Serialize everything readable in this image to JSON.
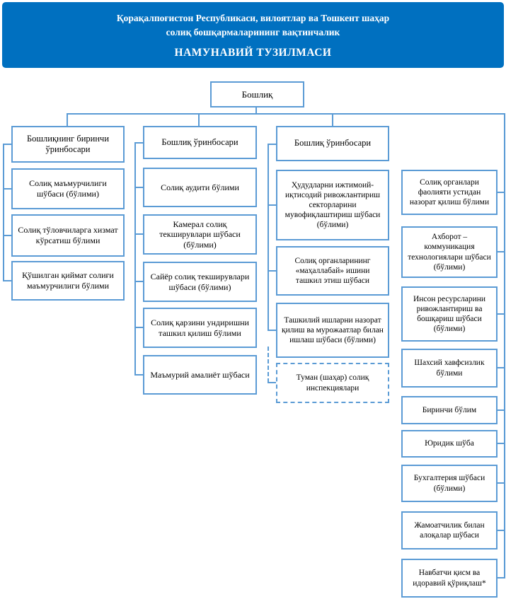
{
  "banner": {
    "line1": "Қорақалпоғистон Республикаси, вилоятлар ва Тошкент шаҳар",
    "line2": "солиқ бошқармаларининг вақтинчалик",
    "title": "НАМУНАВИЙ ТУЗИЛМАСИ"
  },
  "root": {
    "label": "Бошлиқ"
  },
  "columns": [
    {
      "header": "Бошлиқнинг биринчи ўринбосари",
      "children": [
        "Солиқ маъмурчилиги шўбаси (бўлими)",
        "Солиқ тўловчиларга хизмат кўрсатиш бўлими",
        "Қўшилган қиймат солиғи маъмурчилиги бўлими"
      ]
    },
    {
      "header": "Бошлиқ ўринбосари",
      "children": [
        "Солиқ аудити бўлими",
        "Камерал солиқ текширувлари шўбаси (бўлими)",
        "Сайёр солиқ текширувлари шўбаси (бўлими)",
        "Солиқ қарзини ундиришни ташкил қилиш бўлими",
        "Маъмурий амалиёт шўбаси"
      ]
    },
    {
      "header": "Бошлиқ ўринбосари",
      "children": [
        "Ҳудудларни ижтимоий-иқтисодий ривожлантириш секторларини мувофиқлаштириш шўбаси (бўлими)",
        "Солиқ органларининг «маҳаллабай» ишини ташкил этиш шўбаси",
        "Ташкилий ишларни назорат қилиш ва мурожаатлар билан ишлаш шўбаси (бўлими)",
        "Туман (шаҳар) солиқ инспекциялари"
      ]
    },
    {
      "header": "",
      "children": [
        "Солиқ органлари фаолияти устидан назорат қилиш бўлими",
        "Ахборот – коммуникация технологиялари шўбаси (бўлими)",
        "Инсон ресурсларини ривожлантириш ва бошқариш шўбаси (бўлими)",
        "Шахсий хавфсизлик бўлими",
        "Биринчи бўлим",
        "Юридик шўба",
        "Бухгалтерия шўбаси (бўлими)",
        "Жамоатчилик билан алоқалар шўбаси",
        "Навбатчи қисм ва идоравий қўриқлаш*"
      ]
    }
  ],
  "colors": {
    "banner_bg": "#0070C0",
    "banner_text": "#FFFFFF",
    "box_border": "#5B9BD5",
    "box_fill": "#FFFFFF",
    "text": "#000000"
  }
}
